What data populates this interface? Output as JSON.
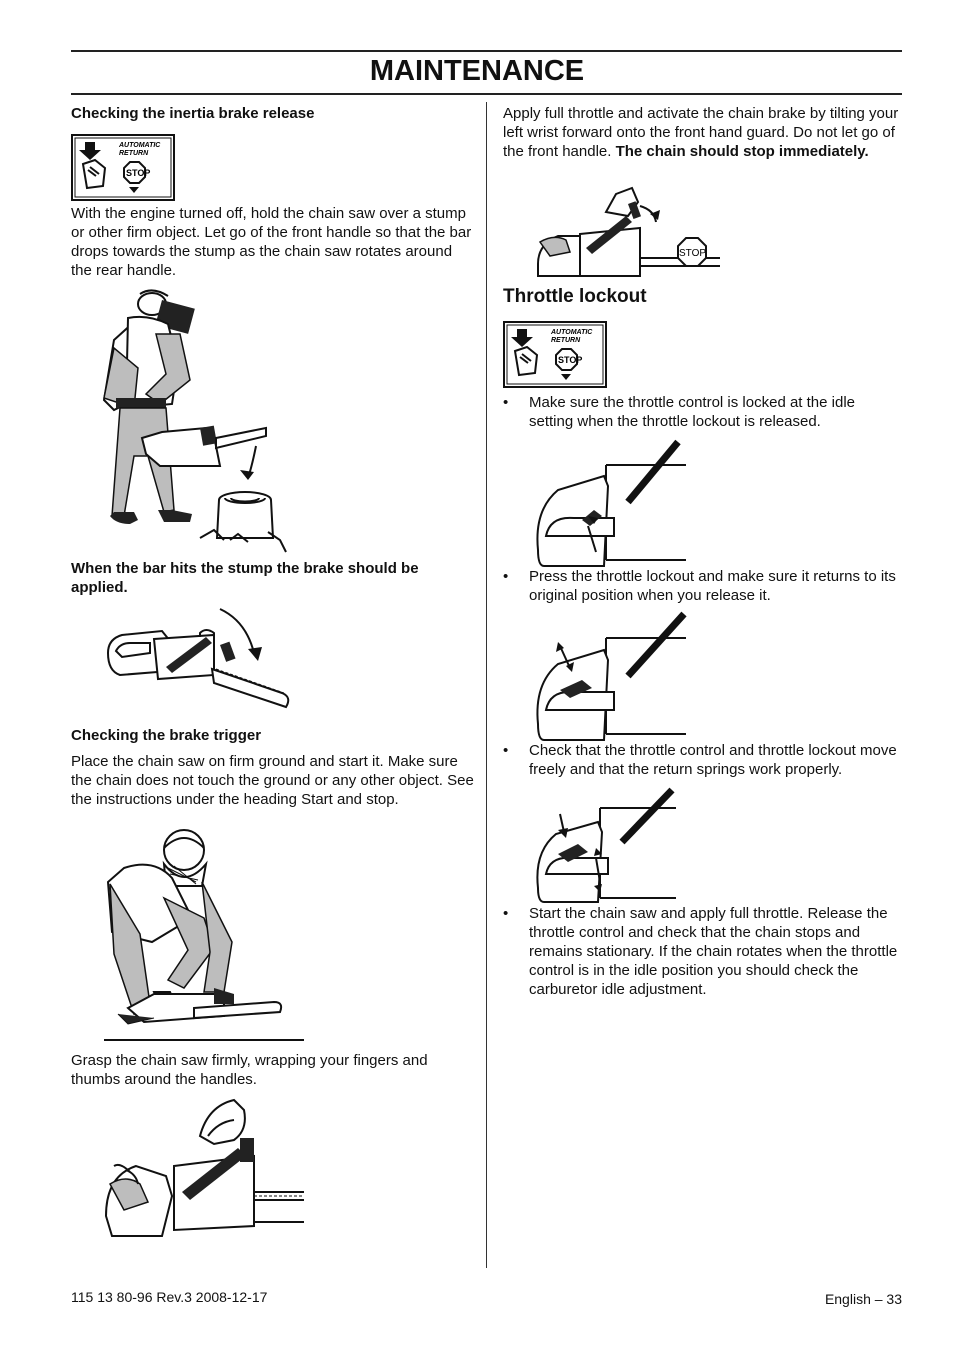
{
  "header": {
    "title": "MAINTENANCE"
  },
  "left": {
    "inertia_heading": "Checking the inertia brake release",
    "symbol_label_1": "AUTOMATIC",
    "symbol_label_2": "RETURN",
    "symbol_stop": "STOP",
    "inertia_text": "With the engine turned off, hold the chain saw over a stump or other firm object. Let go of the front handle so that the bar drops towards the stump as the chain saw rotates around the rear handle.",
    "stump_caption": "When the bar hits the stump the brake should be applied.",
    "trigger_heading": "Checking the brake trigger",
    "trigger_text": "Place the chain saw on firm ground and start it. Make sure the chain does not touch the ground or any other object. See the instructions under the heading Start and stop.",
    "grasp_text": "Grasp the chain saw firmly, wrapping your fingers and thumbs around the handles."
  },
  "right": {
    "throttle_text_plain": "Apply full throttle and activate the chain brake by tilting your left wrist forward onto the front hand guard. Do not let go of the front handle.",
    "throttle_text_bold": "The chain should stop immediately.",
    "stop_sign": "STOP",
    "lockout_heading": "Throttle lockout",
    "bullets": [
      "Make sure the throttle control is locked at the idle setting when the throttle lockout is released.",
      "Press the throttle lockout and make sure it returns to its original position when you release it.",
      "Check that the throttle control and throttle lockout move freely and that the return springs work properly.",
      "Start the chain saw and apply full throttle. Release the throttle control and check that the chain stops and remains stationary. If the chain rotates when the throttle control is in the idle position you should check the carburetor idle adjustment."
    ],
    "bullet_char": "•"
  },
  "footer": {
    "doc_id": "115 13 80-96 Rev.3 2008-12-17",
    "page": "English – 33"
  }
}
